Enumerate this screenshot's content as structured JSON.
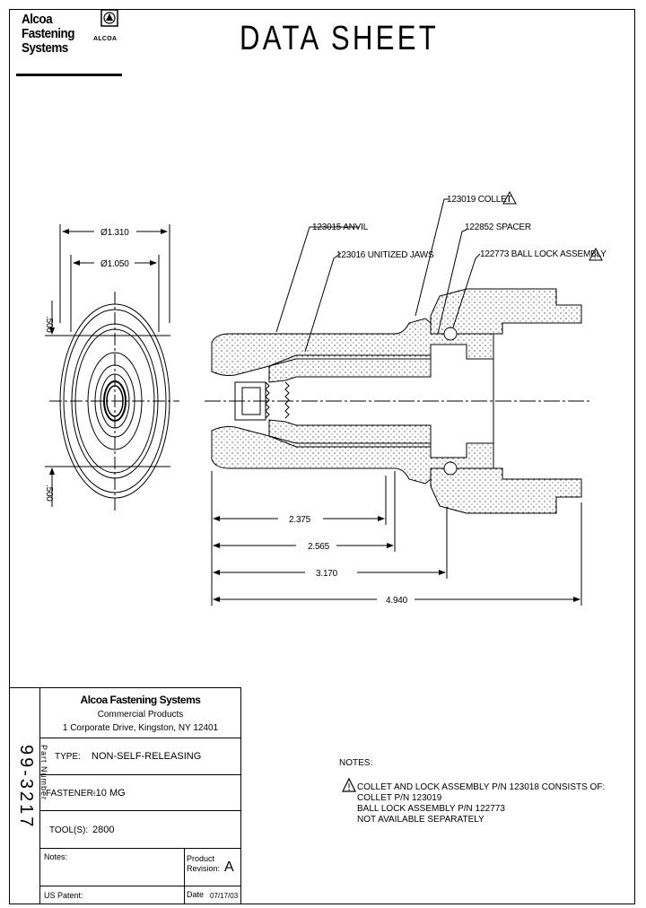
{
  "logo": {
    "line1": "Alcoa",
    "line2": "Fastening",
    "line3": "Systems",
    "brand": "ALCOA"
  },
  "title": "DATA SHEET",
  "drawing": {
    "callouts": {
      "collet": "123019 COLLET",
      "anvil": "123015 ANVIL",
      "spacer": "122852 SPACER",
      "jaws": "123016 UNITIZED JAWS",
      "ball_lock": "122773 BALL LOCK ASSEMBLY"
    },
    "dims": {
      "outer_dia": "Ø1.310",
      "inner_dia": "Ø1.050",
      "top_vert": ".500",
      "bottom_vert": ".500",
      "len1": "2.375",
      "len2": "2.565",
      "len3": "3.170",
      "len4": "4.940"
    },
    "warning_mark": "!"
  },
  "title_block": {
    "part_number_label": "Part Number",
    "part_number": "99-3217",
    "company": "Alcoa Fastening Systems",
    "division": "Commercial Products",
    "address": "1 Corporate Drive, Kingston, NY 12401",
    "type_label": "TYPE:",
    "type_value": "NON-SELF-RELEASING",
    "fastener_label": "FASTENER:",
    "fastener_value": "-10 MG",
    "tools_label": "TOOL(S):",
    "tools_value": "2800",
    "notes_label": "Notes:",
    "product_revision_label_1": "Product",
    "product_revision_label_2": "Revision:",
    "product_revision": "A",
    "us_patent_label": "US Patent:",
    "date_label": "Date",
    "date_value": "07/17/03"
  },
  "notes": {
    "heading": "NOTES:",
    "line1": "COLLET AND LOCK ASSEMBLY P/N 123018 CONSISTS OF:",
    "line2": "COLLET P/N 123019",
    "line3": "BALL LOCK ASSEMBLY P/N 122773",
    "line4": "NOT AVAILABLE SEPARATELY"
  }
}
